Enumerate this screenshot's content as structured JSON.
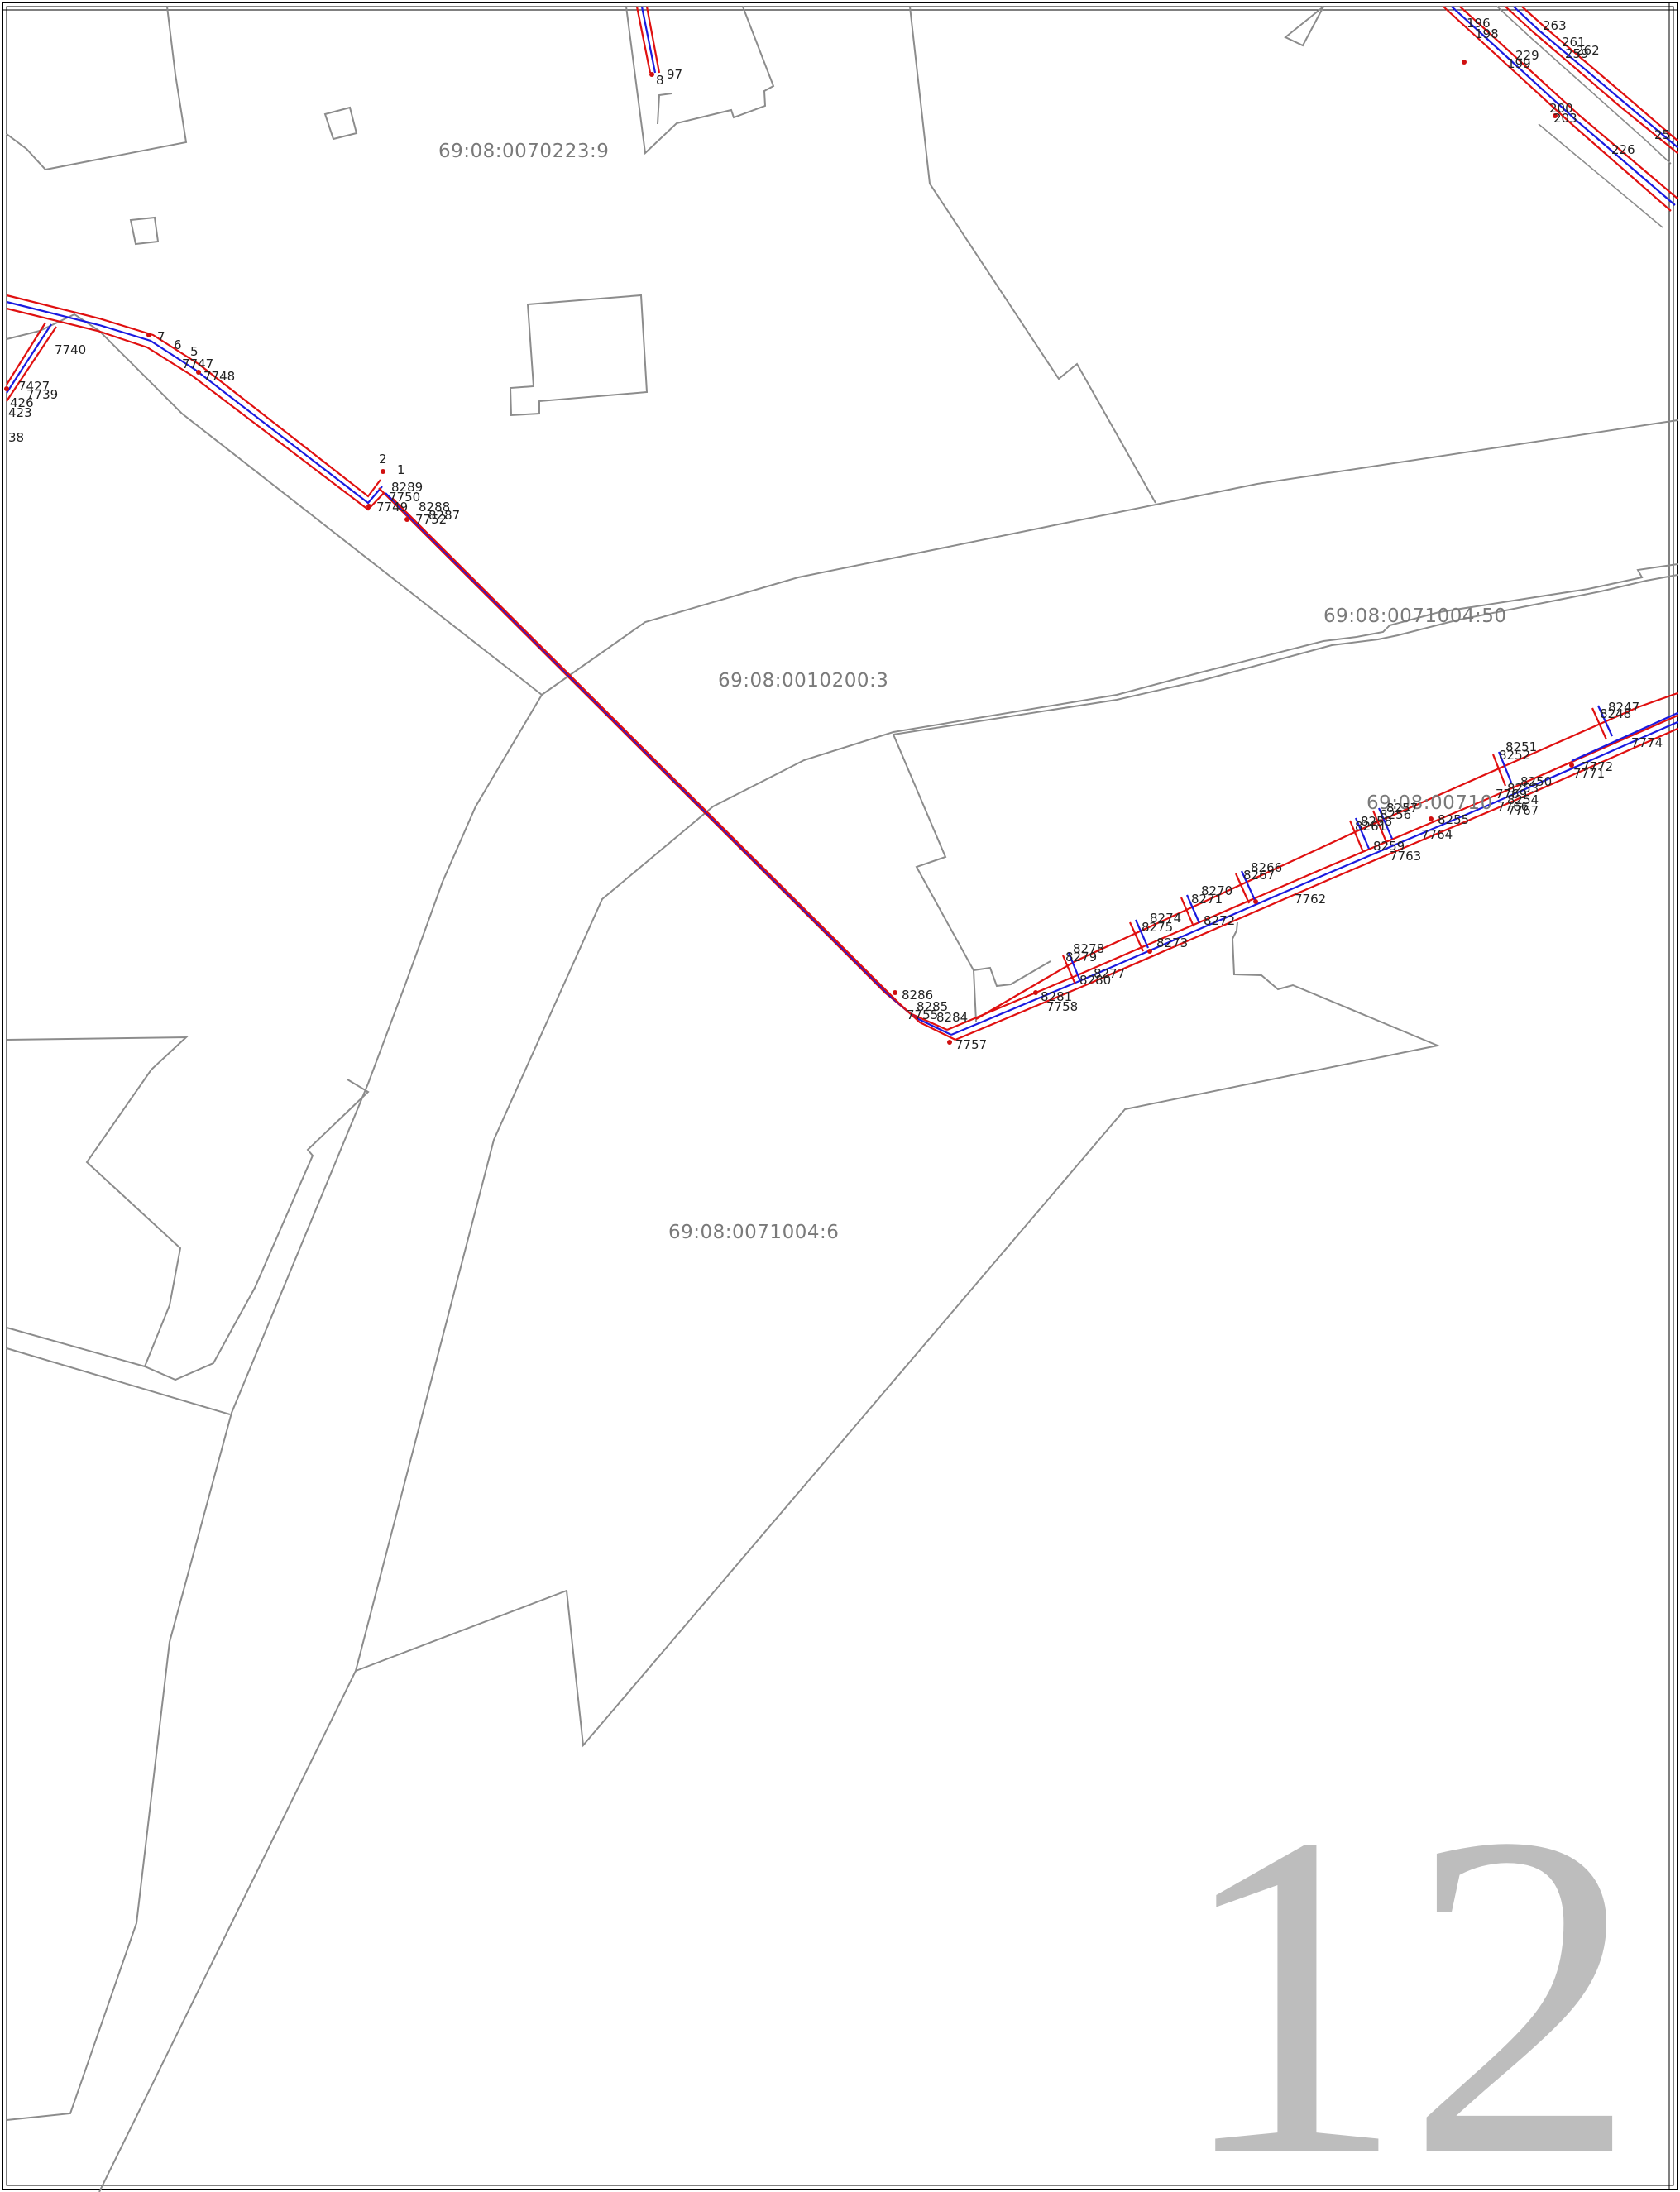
{
  "sheet": {
    "number": "12",
    "number_color": "#bdbdbd"
  },
  "colors": {
    "pipe_red": "#e01010",
    "pipe_blue": "#1a1ae0",
    "parcel_lines": "#8c8c8c",
    "frame": "#000000"
  },
  "cadastral_labels": [
    {
      "id": "parcel-70223-9",
      "text": "69:08:0070223:9"
    },
    {
      "id": "parcel-10200-3",
      "text": "69:08:0010200:3"
    },
    {
      "id": "parcel-71004-50",
      "text": "69:08:0071004:50"
    },
    {
      "id": "parcel-71004-6",
      "text": "69:08:0071004:6"
    },
    {
      "id": "parcel-7100x",
      "text": "69:08:00710"
    }
  ],
  "point_labels": [
    "97",
    "8",
    "196",
    "198",
    "199",
    "263",
    "261",
    "262",
    "259",
    "229",
    "200",
    "203",
    "25",
    "226",
    "7",
    "6",
    "5",
    "7747",
    "7748",
    "7740",
    "7739",
    "7427",
    "426",
    "423",
    "38",
    "2",
    "1",
    "8289",
    "7750",
    "8288",
    "8287",
    "7749",
    "7752",
    "8286",
    "8285",
    "8284",
    "7755",
    "7757",
    "8281",
    "7758",
    "8280",
    "8277",
    "8279",
    "8278",
    "8275",
    "8274",
    "8273",
    "8272",
    "8271",
    "8270",
    "8267",
    "8266",
    "8259",
    "8255",
    "8256",
    "8257",
    "8258",
    "8261",
    "7764",
    "7763",
    "8252",
    "8251",
    "8250",
    "8253",
    "8254",
    "7766",
    "7767",
    "8247",
    "8248",
    "7772",
    "7771",
    "7774",
    "7769",
    "7762"
  ]
}
